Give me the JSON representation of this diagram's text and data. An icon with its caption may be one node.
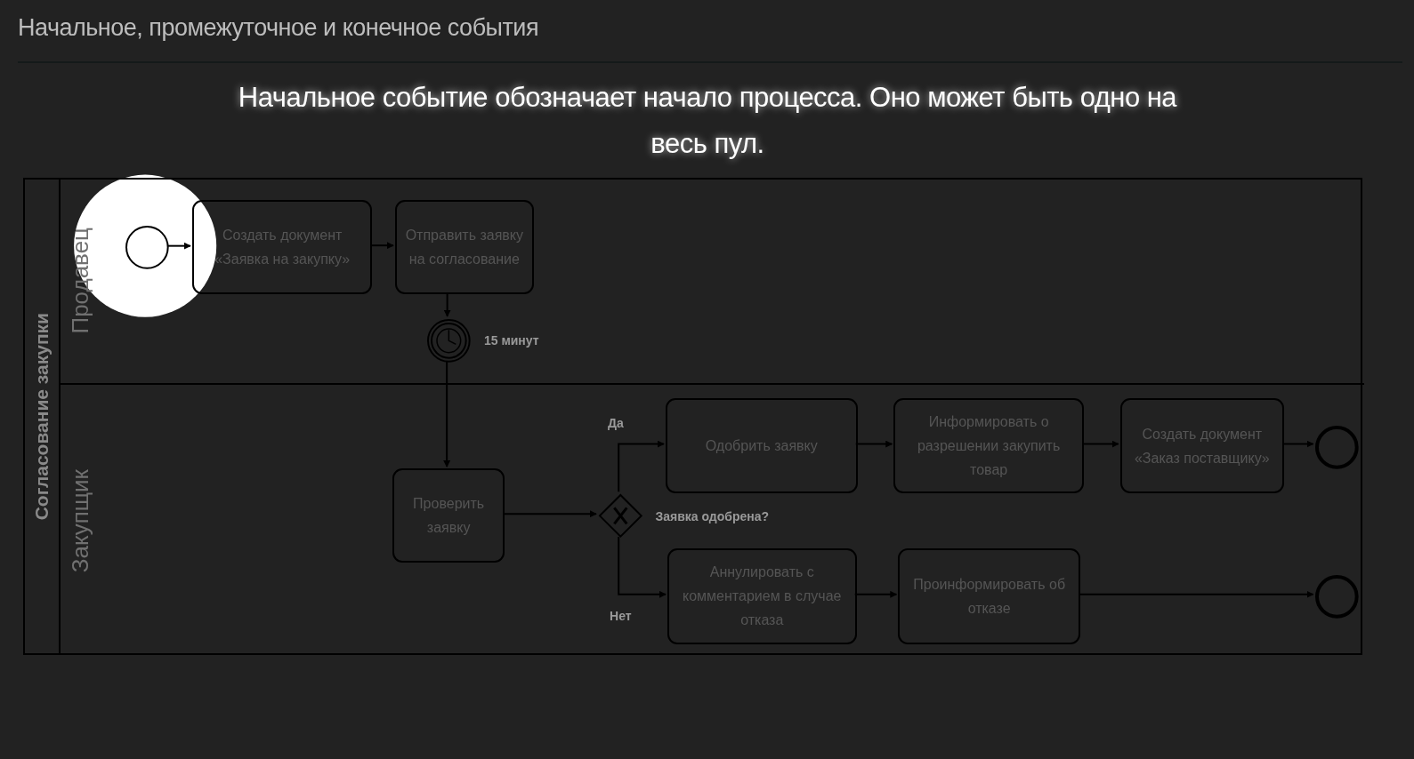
{
  "diagram": {
    "title": "Начальное, промежуточное и конечное события",
    "caption": "Начальное событие обозначает начало процесса. Оно может быть одно на весь пул.",
    "nodes": [
      {
        "text": [
          "Согласование закупки"
        ]
      },
      {
        "text": [
          "Продавец"
        ],
        "in": 0
      },
      {
        "text": [
          "Закупщик"
        ],
        "in": 0
      },
      {
        "text": [],
        "shape": "circle",
        "in": 1
      },
      {
        "text": [
          "Создать документ «Заявка на закупку»"
        ],
        "in": 1
      },
      {
        "text": [
          "Отправить заявку на согласование"
        ],
        "in": 1
      },
      {
        "text": [],
        "shape": "circle",
        "in": 1,
        "beside": [
          "15 минут"
        ]
      },
      {
        "text": [
          "Проверить заявку"
        ],
        "in": 2
      },
      {
        "text": [],
        "shape": "diamond",
        "in": 2,
        "beside": [
          "Заявка одобрена?"
        ]
      },
      {
        "text": [
          "Одобрить заявку"
        ],
        "in": 2
      },
      {
        "text": [
          "Информировать о разрешении закупить товар"
        ],
        "in": 2
      },
      {
        "text": [
          "Создать документ «Заказ поставщику»"
        ],
        "in": 2
      },
      {
        "text": [],
        "shape": "circle",
        "in": 2
      },
      {
        "text": [
          "Аннулировать с комментарием в случае отказа"
        ],
        "in": 2
      },
      {
        "text": [
          "Проинформировать об отказе"
        ],
        "in": 2
      },
      {
        "text": [],
        "shape": "circle",
        "in": 2
      }
    ],
    "edges": [
      {
        "from": 3,
        "to": 4,
        "arrow": "to"
      },
      {
        "from": 4,
        "to": 5,
        "arrow": "to"
      },
      {
        "from": 5,
        "to": 6,
        "arrow": "to"
      },
      {
        "from": 6,
        "to": 7,
        "arrow": "to"
      },
      {
        "from": 7,
        "to": 8,
        "arrow": "to"
      },
      {
        "from": 8,
        "to": 9,
        "arrow": "to",
        "label": "Да"
      },
      {
        "from": 8,
        "to": 13,
        "arrow": "to",
        "label": "Нет"
      },
      {
        "from": 9,
        "to": 10,
        "arrow": "to"
      },
      {
        "from": 10,
        "to": 11,
        "arrow": "to"
      },
      {
        "from": 11,
        "to": 12,
        "arrow": "to"
      },
      {
        "from": 13,
        "to": 14,
        "arrow": "to"
      },
      {
        "from": 14,
        "to": 15,
        "arrow": "to"
      }
    ]
  }
}
